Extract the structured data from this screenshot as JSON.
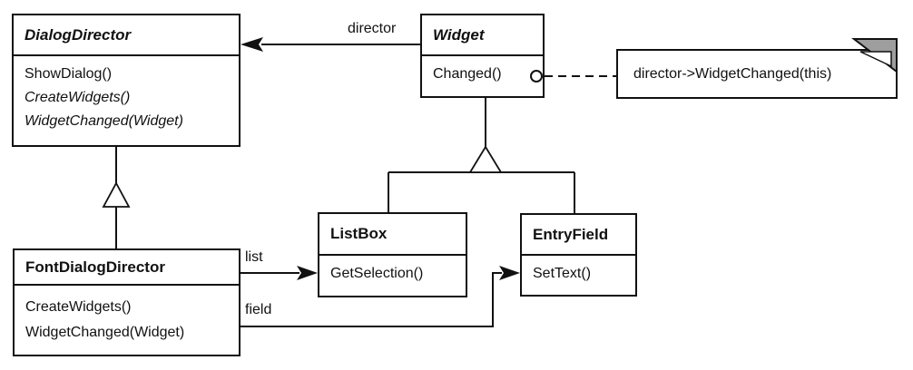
{
  "diagram_type": "uml-class-diagram",
  "classes": {
    "dialog_director": {
      "name": "DialogDirector",
      "abstract": true,
      "methods": [
        "ShowDialog()",
        "CreateWidgets()",
        "WidgetChanged(Widget)"
      ]
    },
    "widget": {
      "name": "Widget",
      "abstract": true,
      "methods": [
        "Changed()"
      ]
    },
    "font_dialog_director": {
      "name": "FontDialogDirector",
      "abstract": false,
      "methods": [
        "CreateWidgets()",
        "WidgetChanged(Widget)"
      ]
    },
    "list_box": {
      "name": "ListBox",
      "abstract": false,
      "methods": [
        "GetSelection()"
      ]
    },
    "entry_field": {
      "name": "EntryField",
      "abstract": false,
      "methods": [
        "SetText()"
      ]
    }
  },
  "relationships": {
    "director_label": "director",
    "list_label": "list",
    "field_label": "field"
  },
  "note": {
    "text": "director->WidgetChanged(this)"
  },
  "colors": {
    "line": "#111111",
    "note_fold": "#9e9e9e",
    "background": "#ffffff"
  }
}
